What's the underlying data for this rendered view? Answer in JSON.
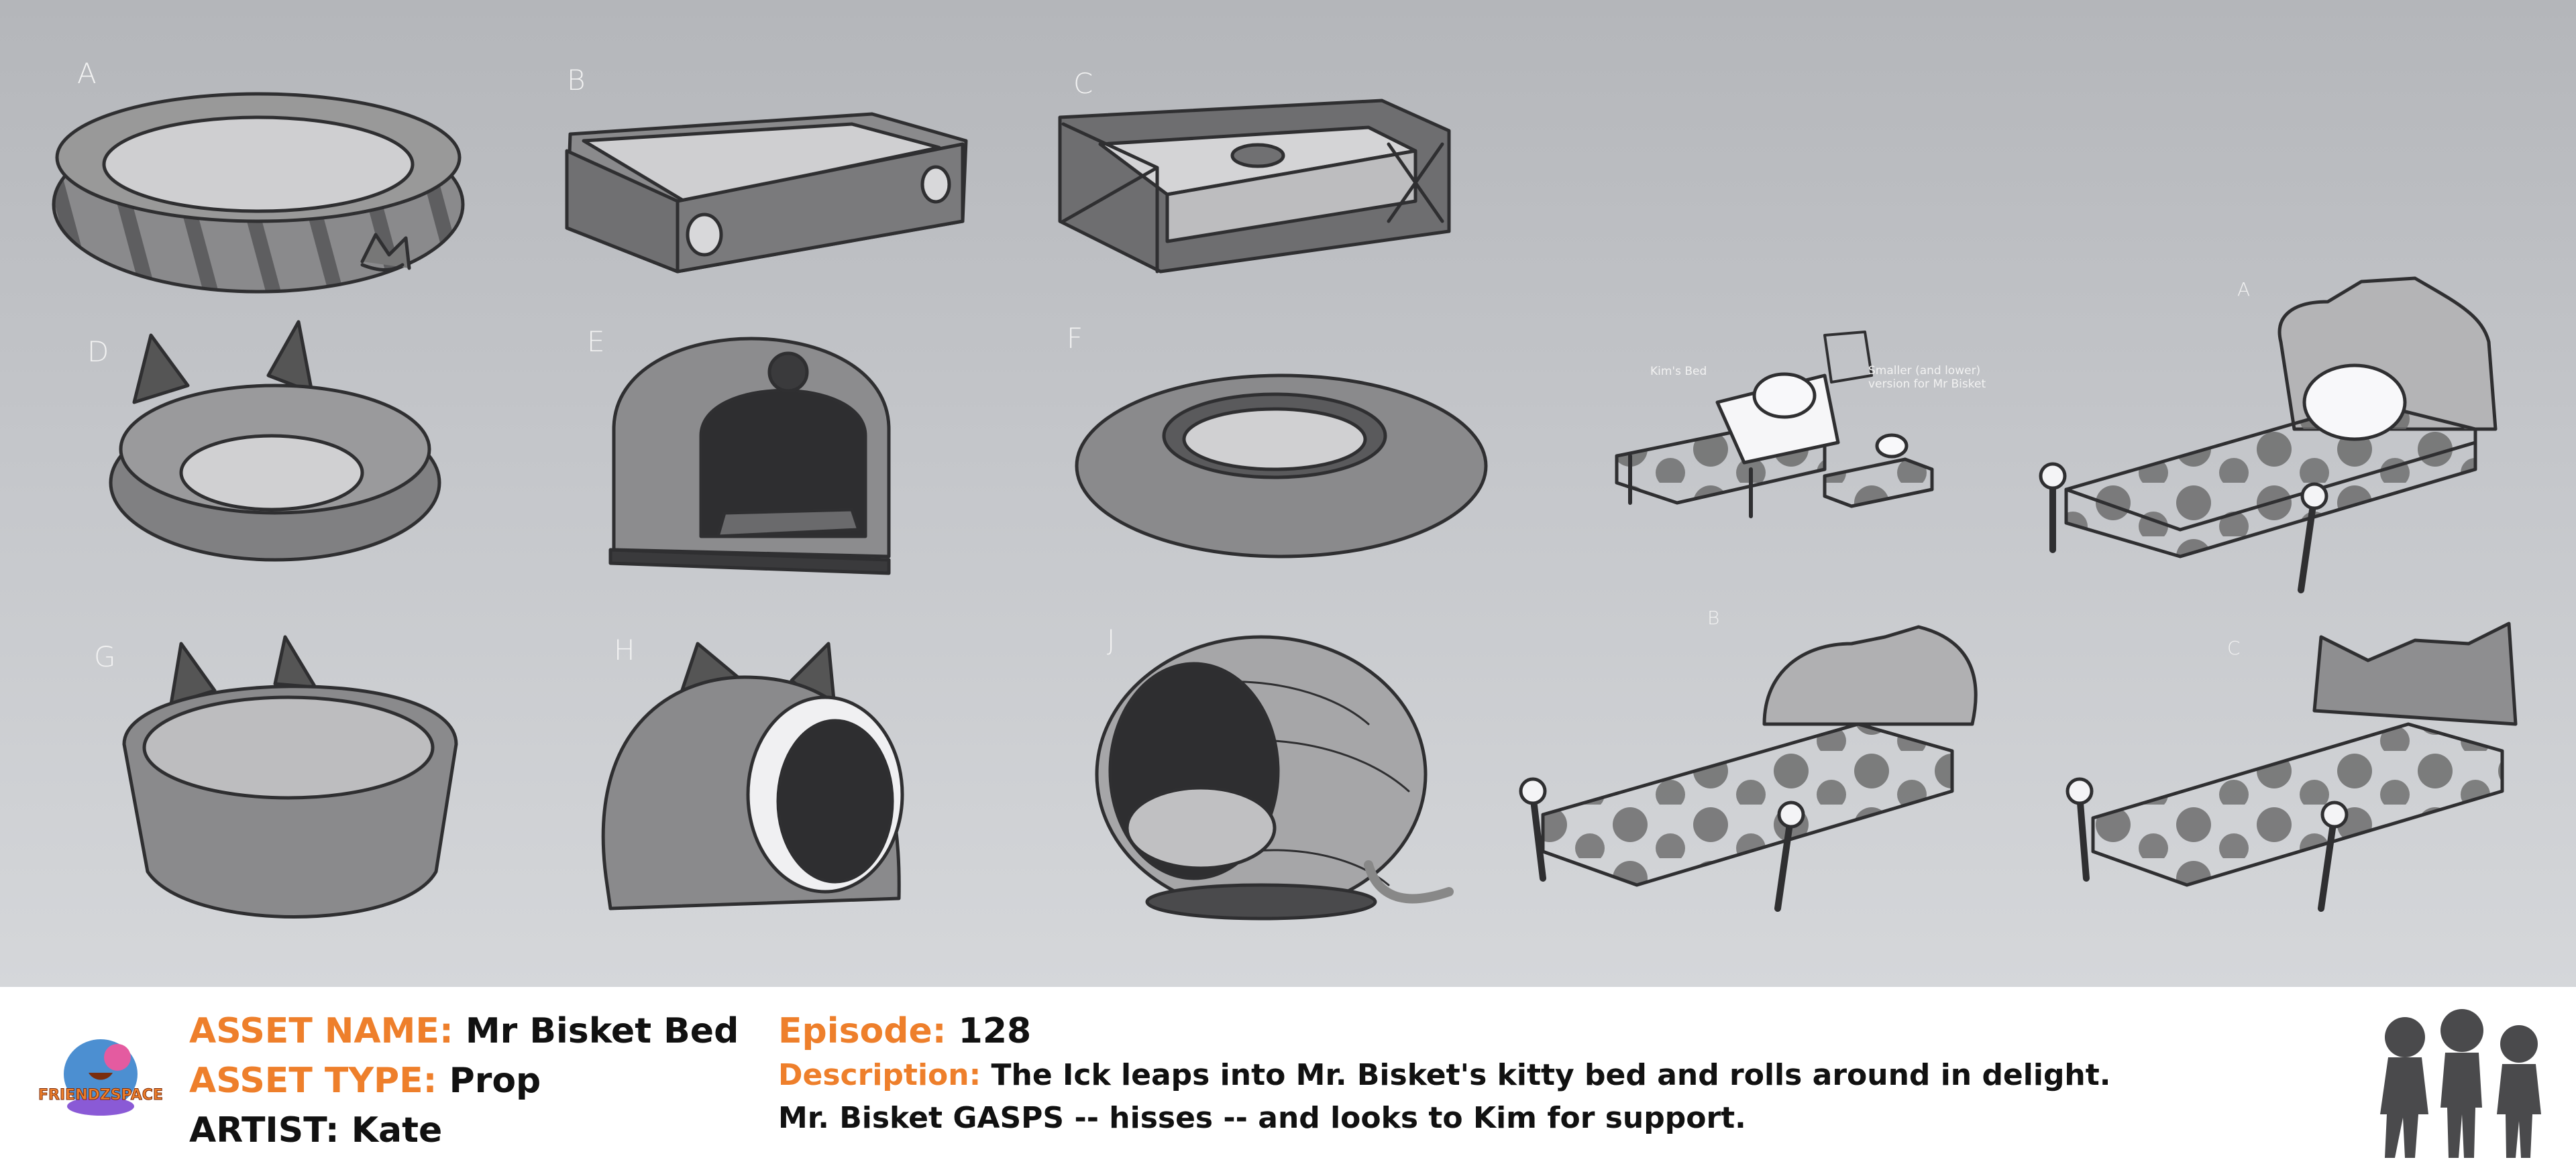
{
  "sheet": {
    "concept_letters": {
      "a": "A",
      "b": "B",
      "c": "C",
      "d": "D",
      "e": "E",
      "f": "F",
      "g": "G",
      "h": "H",
      "j": "J"
    },
    "bed_letters": {
      "a": "A",
      "b": "B",
      "c": "C"
    },
    "notes": {
      "kims_bed": "Kim's Bed",
      "smaller_line1": "Smaller (and lower)",
      "smaller_line2": "version for Mr Bisket"
    }
  },
  "footer": {
    "logo_text": "FRIENDZSPACE",
    "asset_name_label": "ASSET NAME:",
    "asset_name_value": "Mr Bisket Bed",
    "asset_type_label": "ASSET TYPE:",
    "asset_type_value": "Prop",
    "artist_line": "ARTIST: Kate",
    "episode_label": "Episode:",
    "episode_value": "128",
    "description_label": "Description:",
    "description_line1": "The Ick leaps into Mr. Bisket's kitty bed and rolls around in delight.",
    "description_line2": "Mr. Bisket GASPS -- hisses -- and looks to Kim for support."
  },
  "colors": {
    "accent_orange": "#ee7f2b",
    "text_dark": "#111111",
    "sketch_dark": "#3a3a3c",
    "background_top": "#b4b6ba"
  }
}
